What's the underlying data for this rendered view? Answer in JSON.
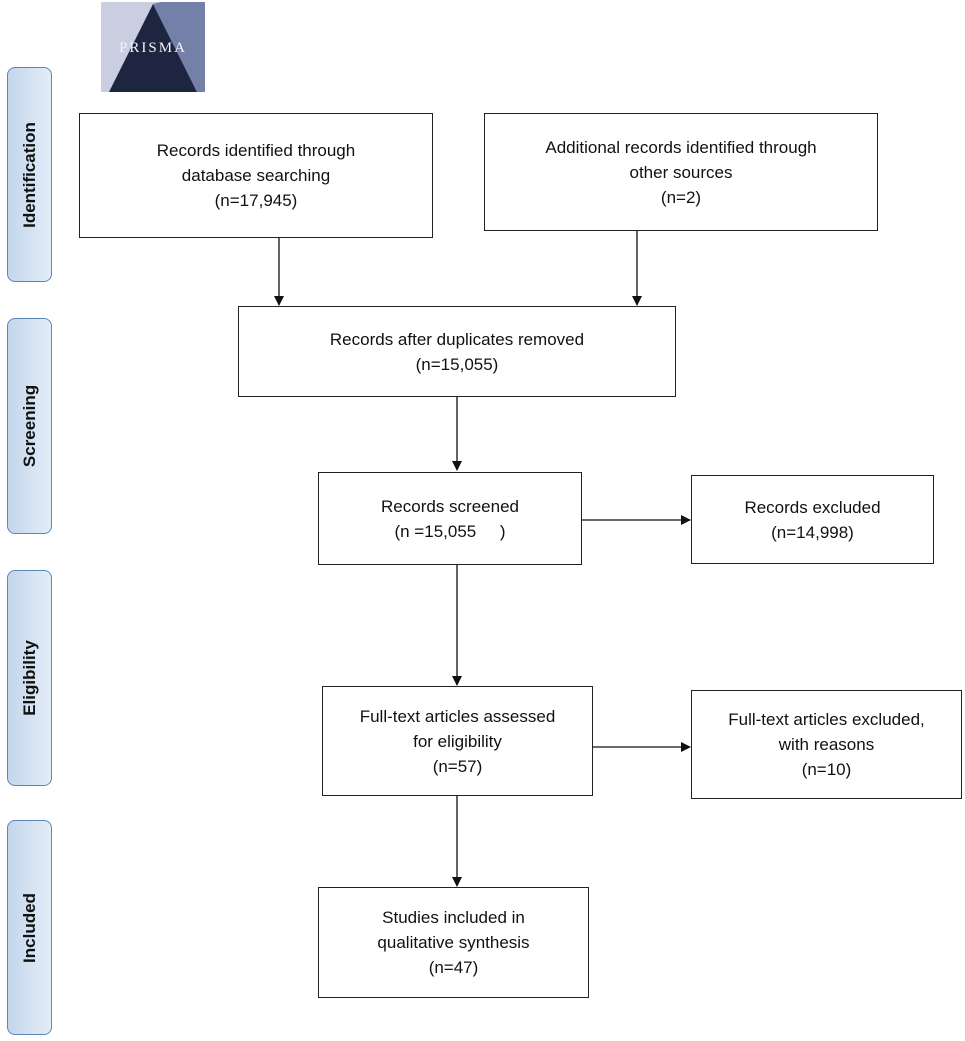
{
  "logo": {
    "text": "PRISMA"
  },
  "stages": {
    "identification": "Identification",
    "screening": "Screening",
    "eligibility": "Eligibility",
    "included": "Included"
  },
  "boxes": {
    "database": {
      "line1": "Records identified through",
      "line2": "database searching",
      "count": "(n=17,945)"
    },
    "additional": {
      "line1": "Additional records identified through",
      "line2": "other sources",
      "count": "(n=2)"
    },
    "duplicates": {
      "line1": "Records after duplicates removed",
      "count": "(n=15,055)"
    },
    "screened": {
      "line1": "Records screened",
      "count": "(n =15,055     )"
    },
    "excluded": {
      "line1": "Records excluded",
      "count": "(n=14,998)"
    },
    "fulltext": {
      "line1": "Full-text articles assessed",
      "line2": "for eligibility",
      "count": "(n=57)"
    },
    "fulltext_excluded": {
      "line1": "Full-text articles excluded,",
      "line2": "with reasons",
      "count": "(n=10)"
    },
    "included": {
      "line1": "Studies included in",
      "line2": "qualitative synthesis",
      "count": "(n=47)"
    }
  }
}
